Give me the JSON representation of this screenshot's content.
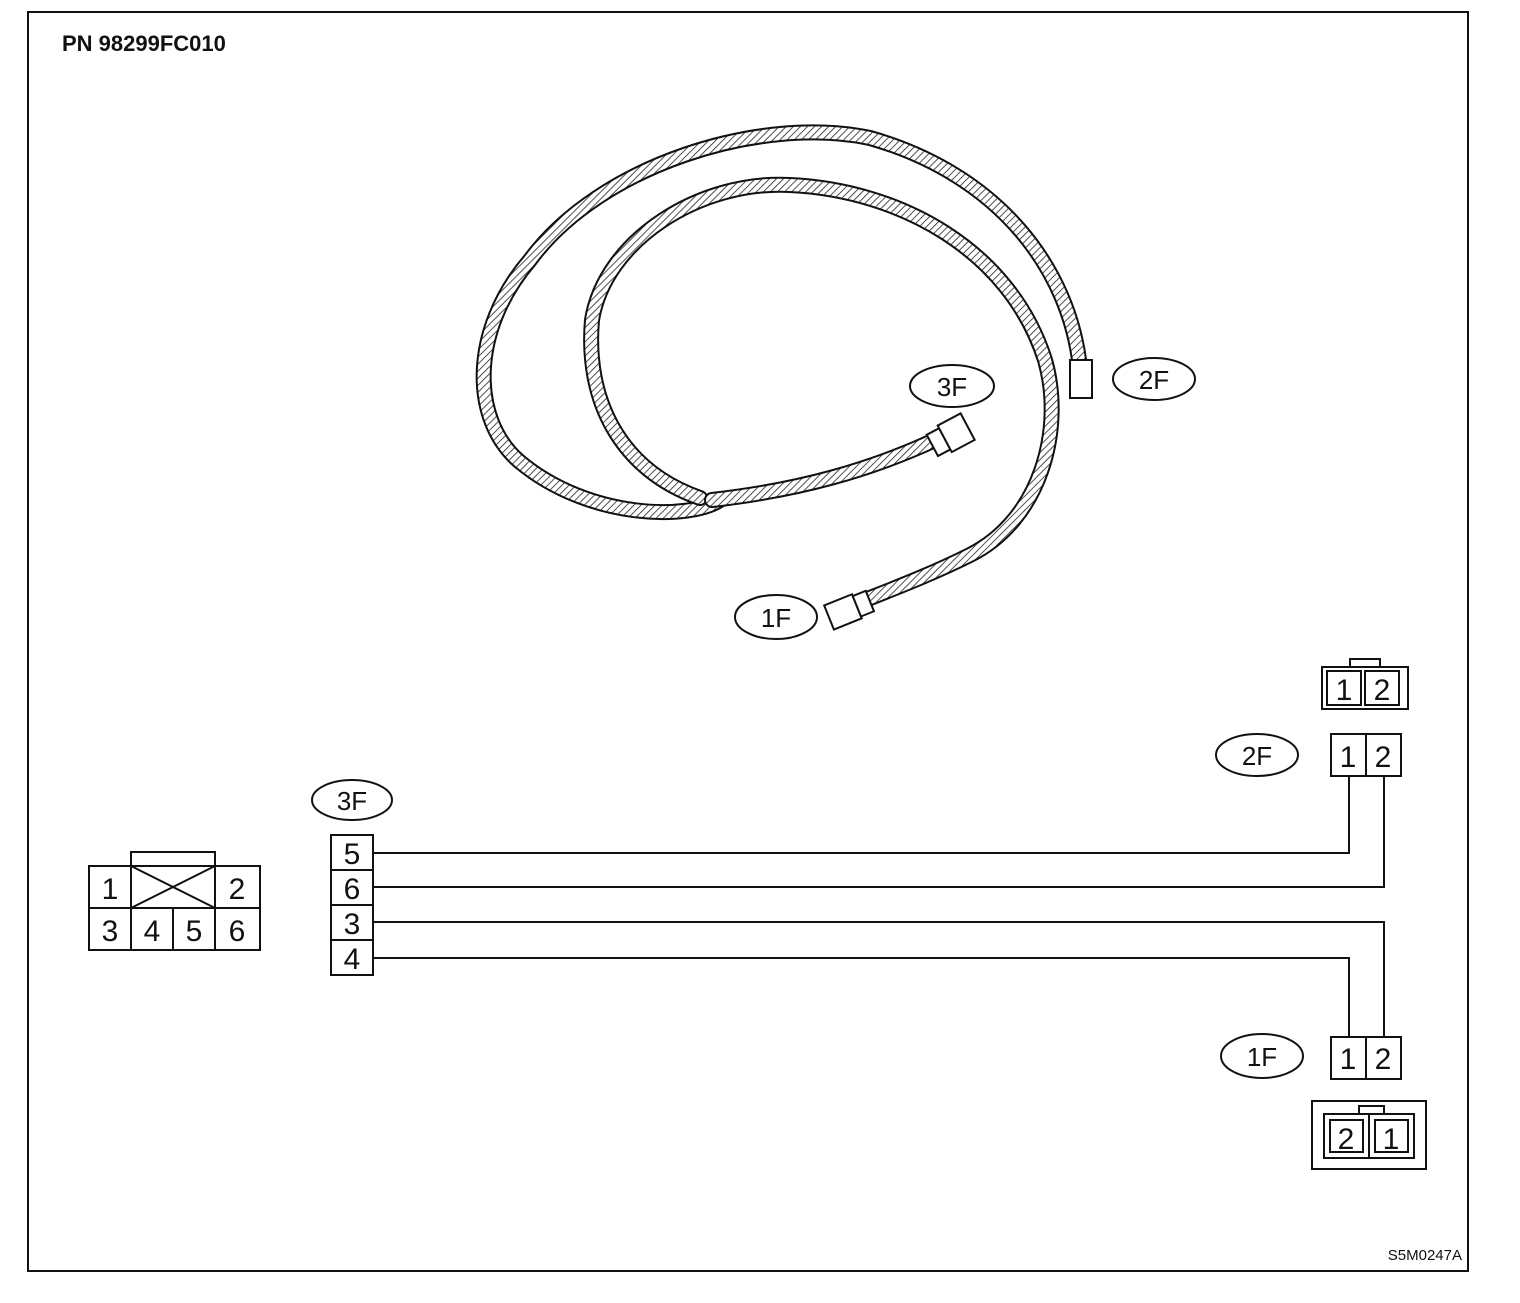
{
  "part_number": "PN 98299FC010",
  "figure_code": "S5M0247A",
  "harness_labels": {
    "connector_3f": "3F",
    "connector_2f": "2F",
    "connector_1f": "1F"
  },
  "schematic_labels": {
    "connector_3f": "3F",
    "connector_2f": "2F",
    "connector_1f": "1F"
  },
  "face_6pin": {
    "top": [
      "1",
      "2"
    ],
    "bottom": [
      "3",
      "4",
      "5",
      "6"
    ]
  },
  "connector_3f_pins": [
    "5",
    "6",
    "3",
    "4"
  ],
  "connector_2f_pins": [
    "1",
    "2"
  ],
  "connector_2f_face": [
    "1",
    "2"
  ],
  "connector_1f_pins": [
    "1",
    "2"
  ],
  "connector_1f_face": [
    "2",
    "1"
  ],
  "colors": {
    "line": "#111111",
    "background": "#ffffff"
  }
}
